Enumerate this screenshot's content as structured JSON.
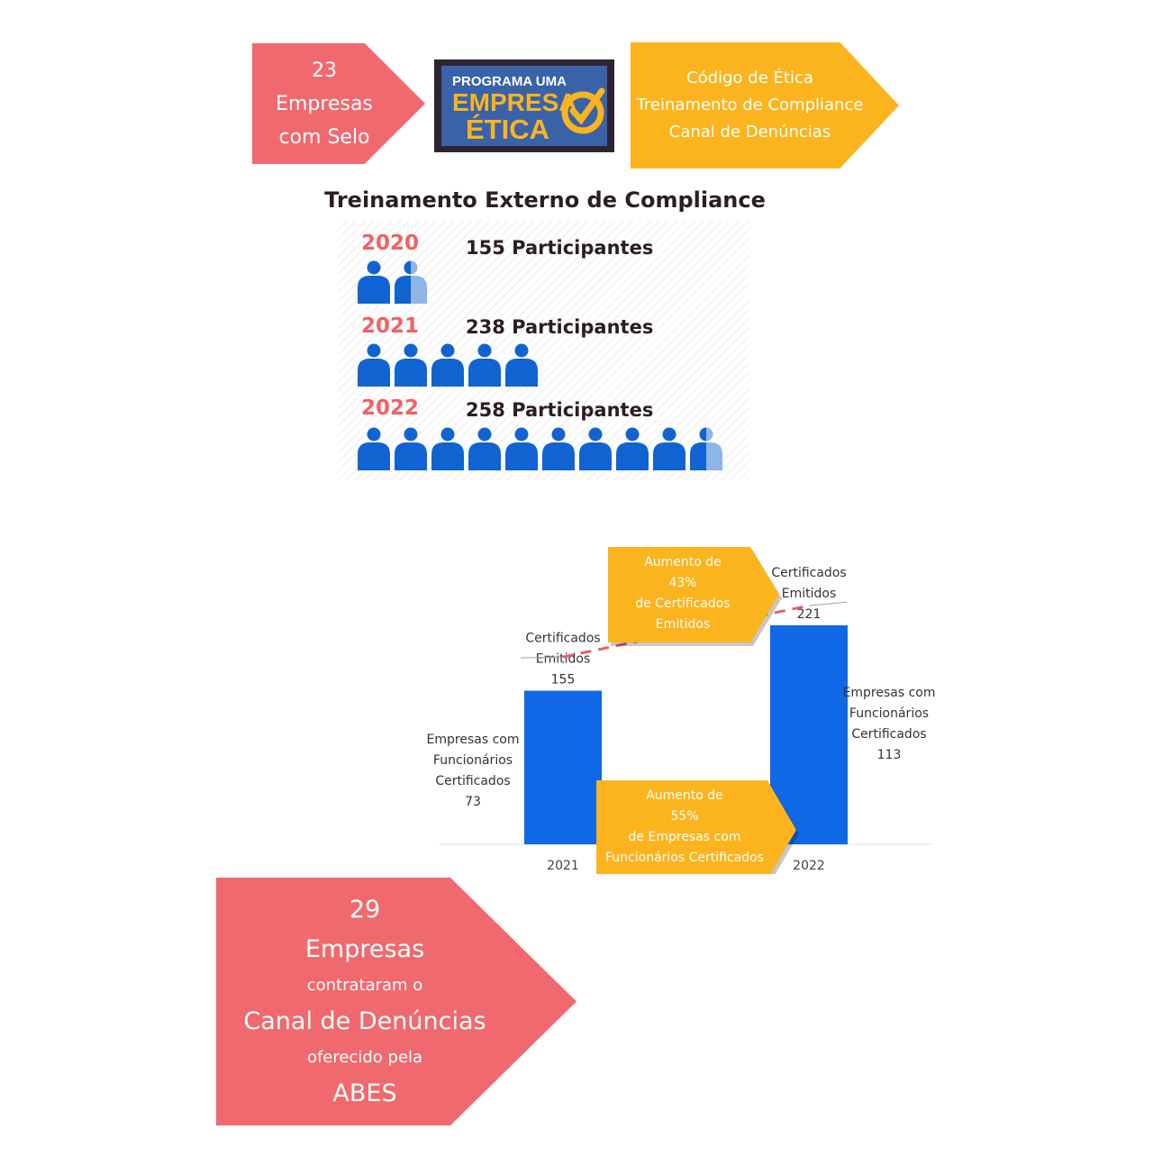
{
  "badge_top_left": {
    "line1": "23",
    "line2": "Empresas",
    "line3": "com Selo"
  },
  "logo": {
    "line1": "PROGRAMA UMA",
    "line2": "EMPRESA",
    "line3": "ÉTICA"
  },
  "badge_top_right": {
    "line1": "Código de Ética",
    "line2": "Treinamento de Compliance",
    "line3": "Canal de Denúncias"
  },
  "training": {
    "title": "Treinamento Externo de Compliance",
    "rows": [
      {
        "year": "2020",
        "label": "155 Participantes",
        "icons": 1.5
      },
      {
        "year": "2021",
        "label": "238 Participantes",
        "icons": 5
      },
      {
        "year": "2022",
        "label": "258 Participantes",
        "icons": 9.5
      }
    ]
  },
  "colors": {
    "pink": "#f0696e",
    "yellow": "#fbb41e",
    "blue": "#0f69e6",
    "dashed_line": "#ef5b66"
  },
  "chart_data": {
    "type": "bar",
    "categories": [
      "2021",
      "2022"
    ],
    "series": [
      {
        "values": [
          155,
          221
        ],
        "labels": [
          "Certificados\nEmitidos\n155",
          "Certificados\nEmitidos\n221"
        ]
      },
      {
        "values": [
          73,
          113
        ],
        "labels": [
          "Empresas com\nFuncionários\nCertificados\n73",
          "Empresas com\nFuncionários\nCertificados\n113"
        ],
        "style": "dashed-line"
      }
    ],
    "callouts": [
      "Aumento de\n43%\nde Certificados\nEmitidos",
      "Aumento de\n55%\nde Empresas com\nFuncionários Certificados"
    ]
  },
  "badge_bottom": {
    "line1": "29",
    "line2": "Empresas",
    "line3": "contrataram o",
    "line4": "Canal de Denúncias",
    "line5": "oferecido pela",
    "line6": "ABES"
  }
}
